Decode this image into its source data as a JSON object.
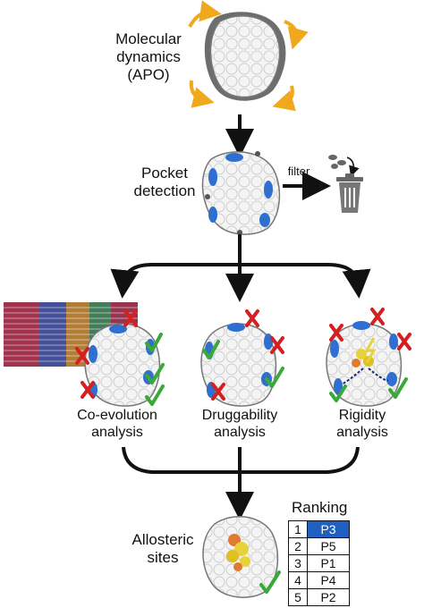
{
  "steps": {
    "md": [
      "Molecular",
      "dynamics",
      "(APO)"
    ],
    "pocket": [
      "Pocket",
      "detection"
    ],
    "filter": "filter",
    "coevolution": [
      "Co-evolution",
      "analysis"
    ],
    "druggability": [
      "Druggability",
      "analysis"
    ],
    "rigidity": [
      "Rigidity",
      "analysis"
    ],
    "allosteric": [
      "Allosteric",
      "sites"
    ]
  },
  "ranking": {
    "title": "Ranking",
    "rows": [
      {
        "rank": "1",
        "pocket": "P3"
      },
      {
        "rank": "2",
        "pocket": "P5"
      },
      {
        "rank": "3",
        "pocket": "P1"
      },
      {
        "rank": "4",
        "pocket": "P4"
      },
      {
        "rank": "5",
        "pocket": "P2"
      }
    ]
  },
  "colors": {
    "pocket": "#2f6fd0",
    "check": "#3aa83a",
    "cross": "#d42020",
    "md_arrow": "#f0a81c",
    "ligand": "#e8d23a"
  }
}
